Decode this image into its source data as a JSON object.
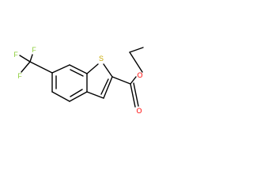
{
  "molecule": {
    "atoms": {
      "F1": "F",
      "F2": "F",
      "F3": "F",
      "S": "S",
      "O_carbonyl": "O",
      "O_ester": "O"
    },
    "colors": {
      "bond": "#000000",
      "fluorine": "#8fcf3f",
      "sulfur": "#c8a800",
      "oxygen": "#ff0000"
    }
  }
}
